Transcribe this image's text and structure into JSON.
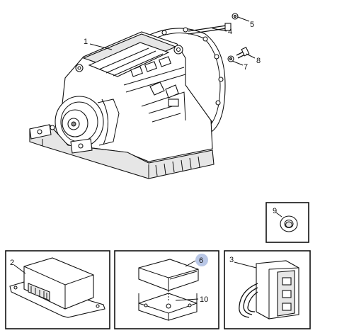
{
  "diagram": {
    "callouts": {
      "c1": "1",
      "c2": "2",
      "c3": "3",
      "c4": "4",
      "c5": "5",
      "c6": "6",
      "c7": "7",
      "c8": "8",
      "c9": "9",
      "c10": "10"
    },
    "highlight_color": "#b9c7e6"
  }
}
